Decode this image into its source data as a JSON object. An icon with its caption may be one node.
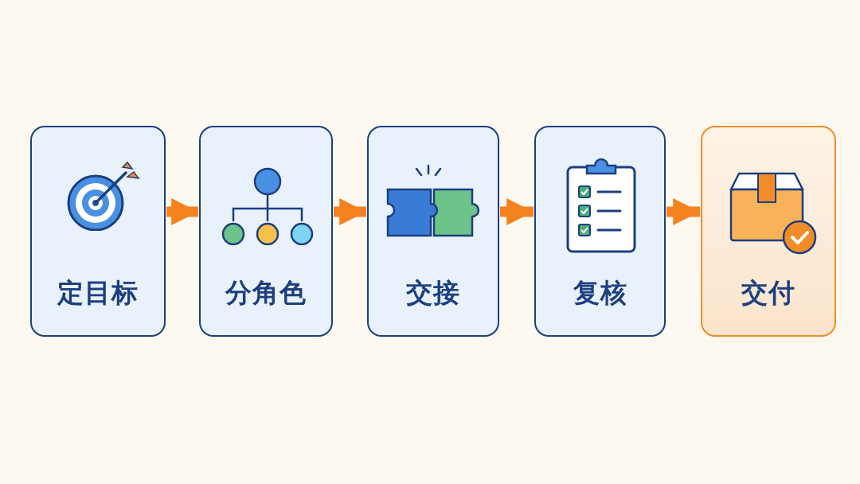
{
  "diagram": {
    "nodes": [
      {
        "text": [
          "定目标"
        ]
      },
      {
        "text": [
          "分角色"
        ]
      },
      {
        "text": [
          "交接"
        ]
      },
      {
        "text": [
          "复核"
        ]
      },
      {
        "text": [
          "交付"
        ]
      }
    ],
    "edges": [
      {
        "from": 0,
        "to": 1,
        "arrow": "to"
      },
      {
        "from": 1,
        "to": 2,
        "arrow": "to"
      },
      {
        "from": 2,
        "to": 3,
        "arrow": "to"
      },
      {
        "from": 3,
        "to": 4,
        "arrow": "to"
      }
    ]
  }
}
